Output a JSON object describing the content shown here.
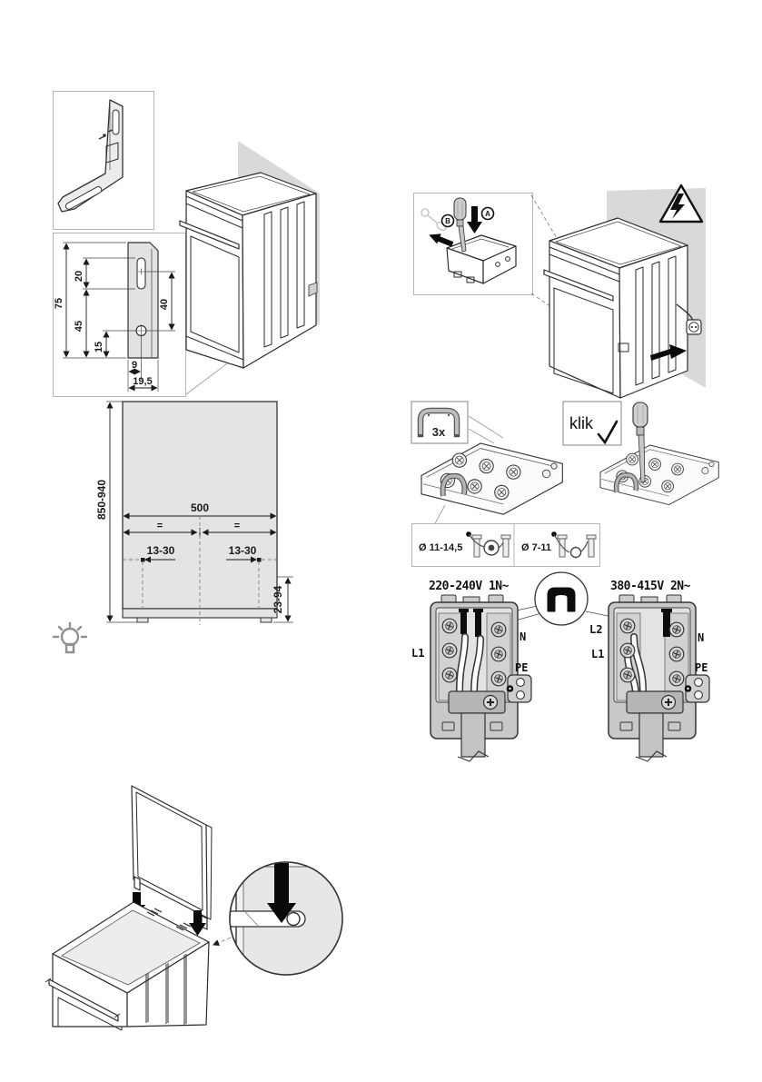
{
  "bracket": {
    "dims": {
      "height": "75",
      "slot": "20",
      "mid": "45",
      "hole_bottom": "15",
      "side": "40",
      "hole_x": "9",
      "width": "19,5"
    }
  },
  "rear": {
    "height_range": "850-940",
    "width": "500",
    "equal_left": "=",
    "equal_right": "=",
    "offset_left": "13-30",
    "offset_right": "13-30",
    "foot_height": "23-94"
  },
  "cover_inset": {
    "step_a": "A",
    "step_b": "B"
  },
  "bridge_box": {
    "count": "3x"
  },
  "klik_box": {
    "label": "klik"
  },
  "glands": {
    "large": "Ø 11-14,5",
    "small": "Ø 7-11"
  },
  "wiring": {
    "single": {
      "title": "220-240V 1N~",
      "l1": "L1",
      "n": "N",
      "pe": "PE"
    },
    "two": {
      "title": "380-415V 2N~",
      "l2": "L2",
      "l1": "L1",
      "n": "N",
      "pe": "PE"
    }
  }
}
